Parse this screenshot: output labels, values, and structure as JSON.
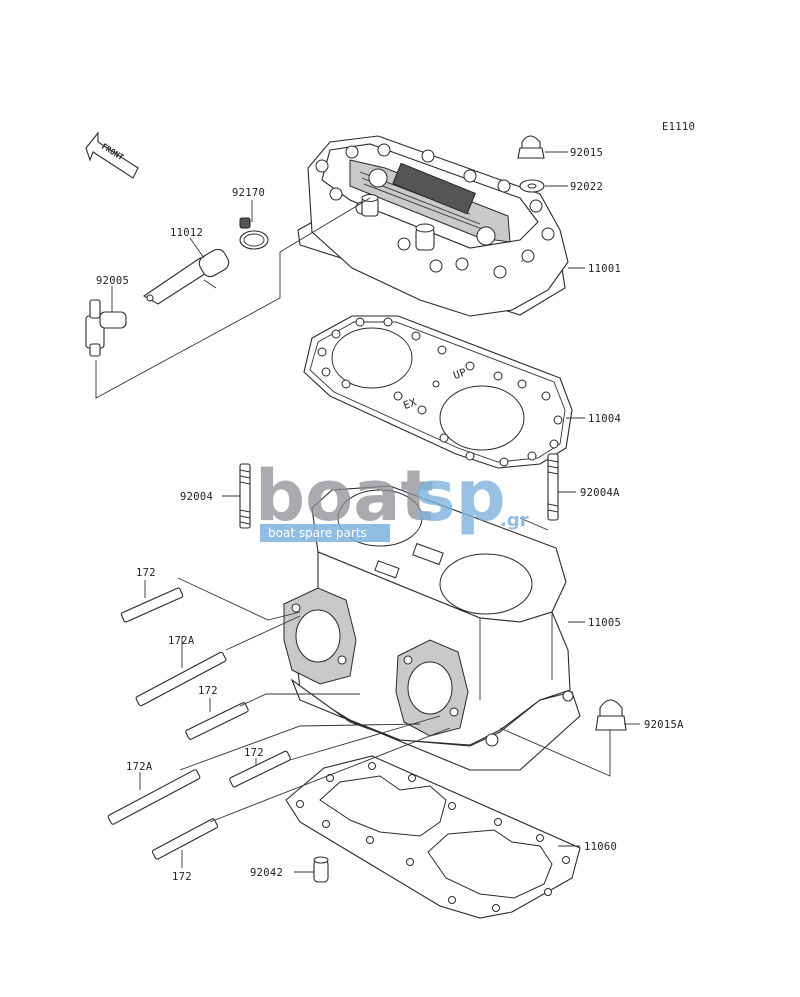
{
  "diagram_code": "E1110",
  "front_label": "FRONT",
  "watermark": {
    "brand_grey": "boat",
    "brand_blue": "sp",
    "tld": ".gr",
    "tagline": "boat spare parts",
    "colors": {
      "grey": "#8d8f95",
      "blue": "#7fb2dd"
    }
  },
  "part_labels": {
    "p92015": "92015",
    "p92022": "92022",
    "p92170": "92170",
    "p11012": "11012",
    "p92005": "92005",
    "p11001": "11001",
    "p11004": "11004",
    "p92004": "92004",
    "p92004A": "92004A",
    "p172_a": "172",
    "p172A_a": "172A",
    "p172_b": "172",
    "p11005": "11005",
    "p172_c": "172",
    "p172A_b": "172A",
    "p92015A": "92015A",
    "p11060": "11060",
    "p172_d": "172",
    "p92042": "92042"
  },
  "gasket_marks": {
    "up": "UP",
    "ex": "EX"
  }
}
